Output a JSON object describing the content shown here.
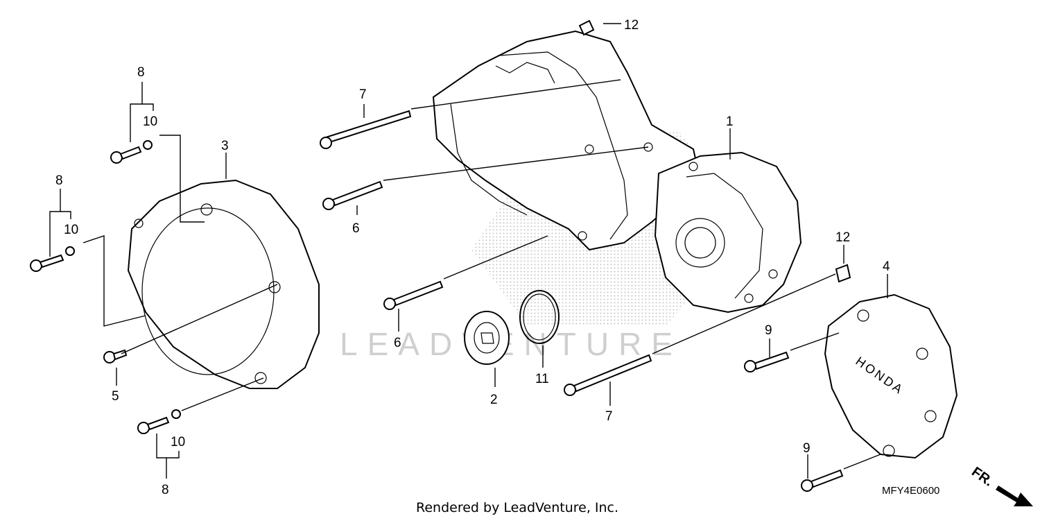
{
  "diagram": {
    "code": "MFY4E0600",
    "footer": "Rendered by LeadVenture, Inc.",
    "watermark": "LEADVENTURE",
    "direction_label": "FR.",
    "cover_brand": "HONDA",
    "callouts": {
      "c1": "1",
      "c2": "2",
      "c3": "3",
      "c4": "4",
      "c5": "5",
      "c6a": "6",
      "c6b": "6",
      "c7a": "7",
      "c7b": "7",
      "c8a": "8",
      "c8b": "8",
      "c8c": "8",
      "c9a": "9",
      "c9b": "9",
      "c10a": "10",
      "c10b": "10",
      "c10c": "10",
      "c11": "11",
      "c12a": "12",
      "c12b": "12"
    }
  }
}
